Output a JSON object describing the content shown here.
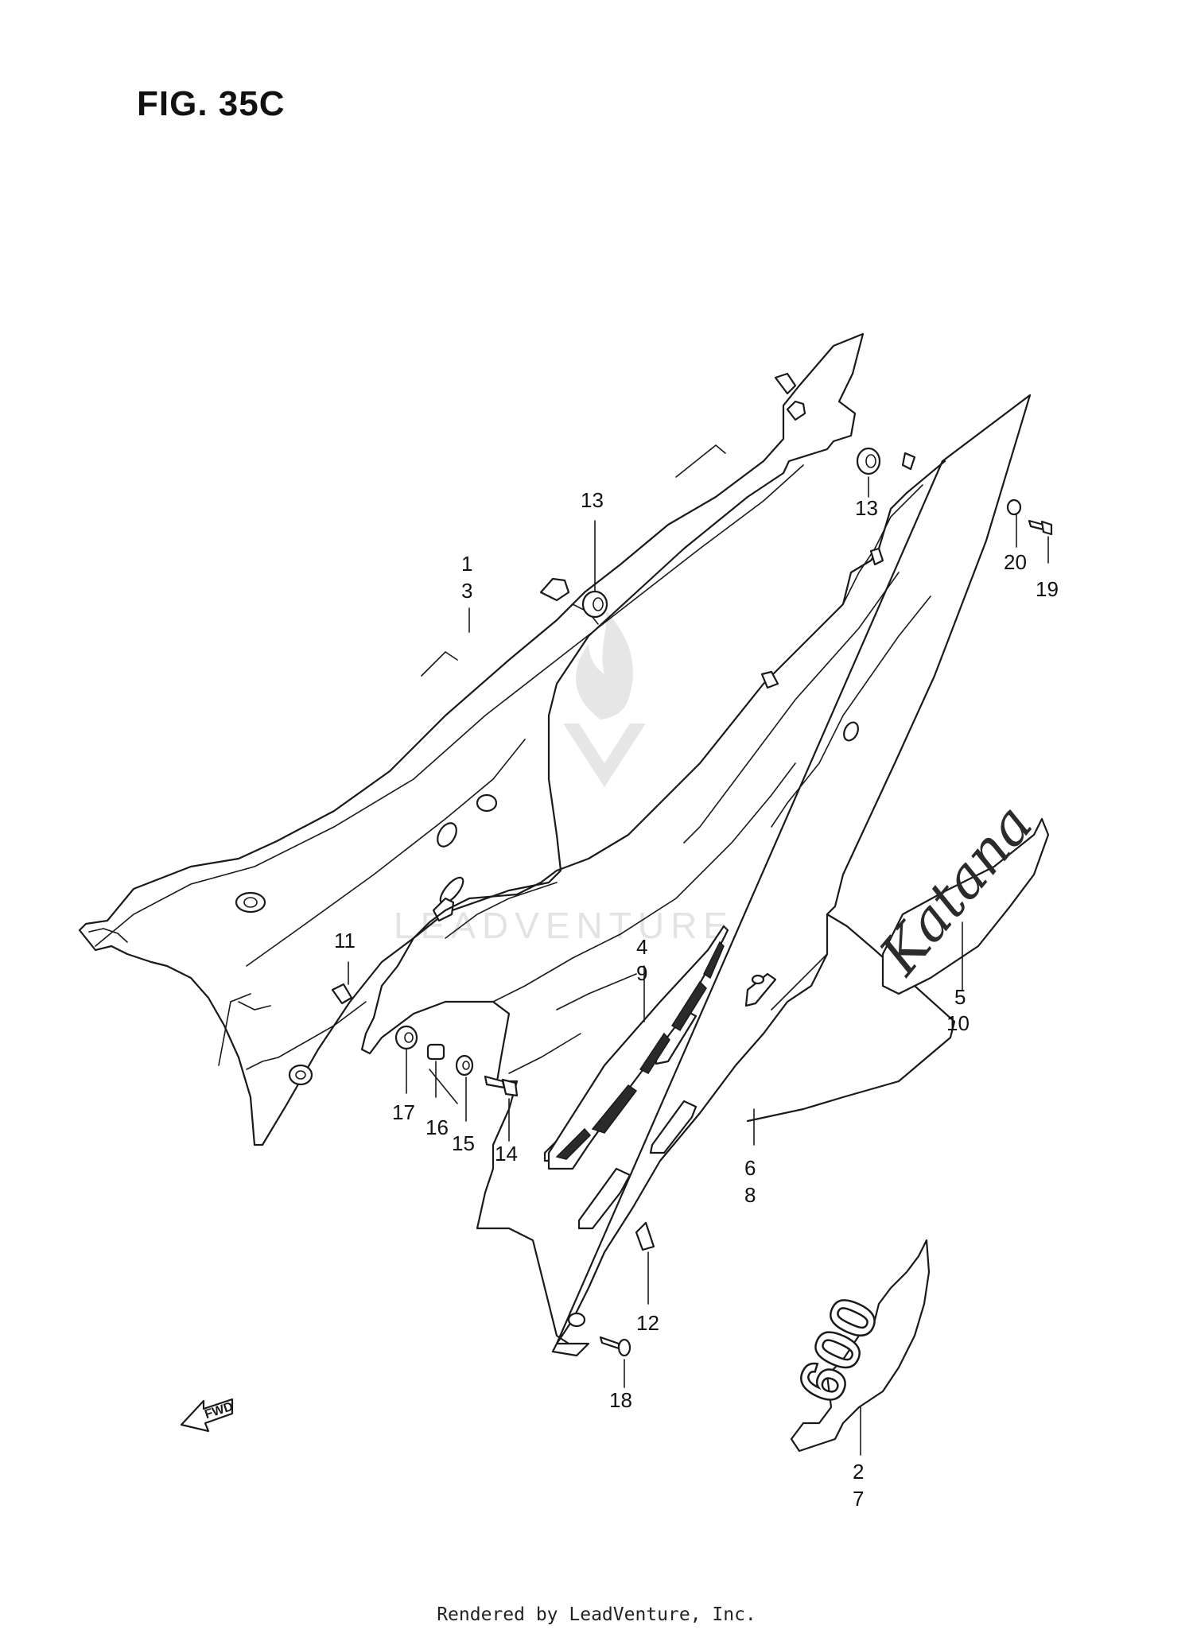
{
  "figure": {
    "title": "FIG. 35C"
  },
  "watermark": {
    "text": "LEADVENTURE"
  },
  "fwd_arrow": {
    "label": "FWD"
  },
  "decals": {
    "katana_script": "Katana",
    "model_number": "600"
  },
  "callouts": [
    {
      "id": "c1",
      "lines": [
        "1",
        "3"
      ]
    },
    {
      "id": "c13a",
      "lines": [
        "13"
      ]
    },
    {
      "id": "c13b",
      "lines": [
        "13"
      ]
    },
    {
      "id": "c20",
      "lines": [
        "20"
      ]
    },
    {
      "id": "c19",
      "lines": [
        "19"
      ]
    },
    {
      "id": "c11",
      "lines": [
        "11"
      ]
    },
    {
      "id": "c4",
      "lines": [
        "4",
        "9"
      ]
    },
    {
      "id": "c5",
      "lines": [
        "5",
        "10"
      ]
    },
    {
      "id": "c17",
      "lines": [
        "17"
      ]
    },
    {
      "id": "c16",
      "lines": [
        "16"
      ]
    },
    {
      "id": "c15",
      "lines": [
        "15"
      ]
    },
    {
      "id": "c14",
      "lines": [
        "14"
      ]
    },
    {
      "id": "c6",
      "lines": [
        "6",
        "8"
      ]
    },
    {
      "id": "c12",
      "lines": [
        "12"
      ]
    },
    {
      "id": "c18",
      "lines": [
        "18"
      ]
    },
    {
      "id": "c2",
      "lines": [
        "2",
        "7"
      ]
    }
  ],
  "footer": {
    "text": "Rendered by LeadVenture, Inc."
  }
}
